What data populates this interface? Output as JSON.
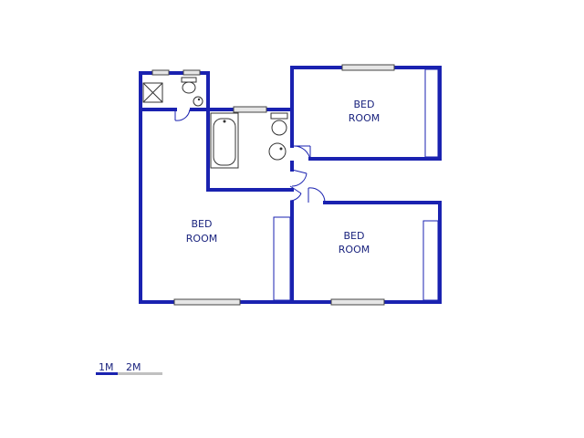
{
  "rooms": {
    "bedroom_top_right": {
      "line1": "BED",
      "line2": "ROOM"
    },
    "bedroom_left": {
      "line1": "BED",
      "line2": "ROOM"
    },
    "bedroom_bottom_right": {
      "line1": "BED",
      "line2": "ROOM"
    }
  },
  "scale": {
    "label_1": "1M",
    "label_2": "2M"
  },
  "colors": {
    "wall": "#1a22b0",
    "text": "#1a237e",
    "scale_gray": "#c0c0c0"
  }
}
